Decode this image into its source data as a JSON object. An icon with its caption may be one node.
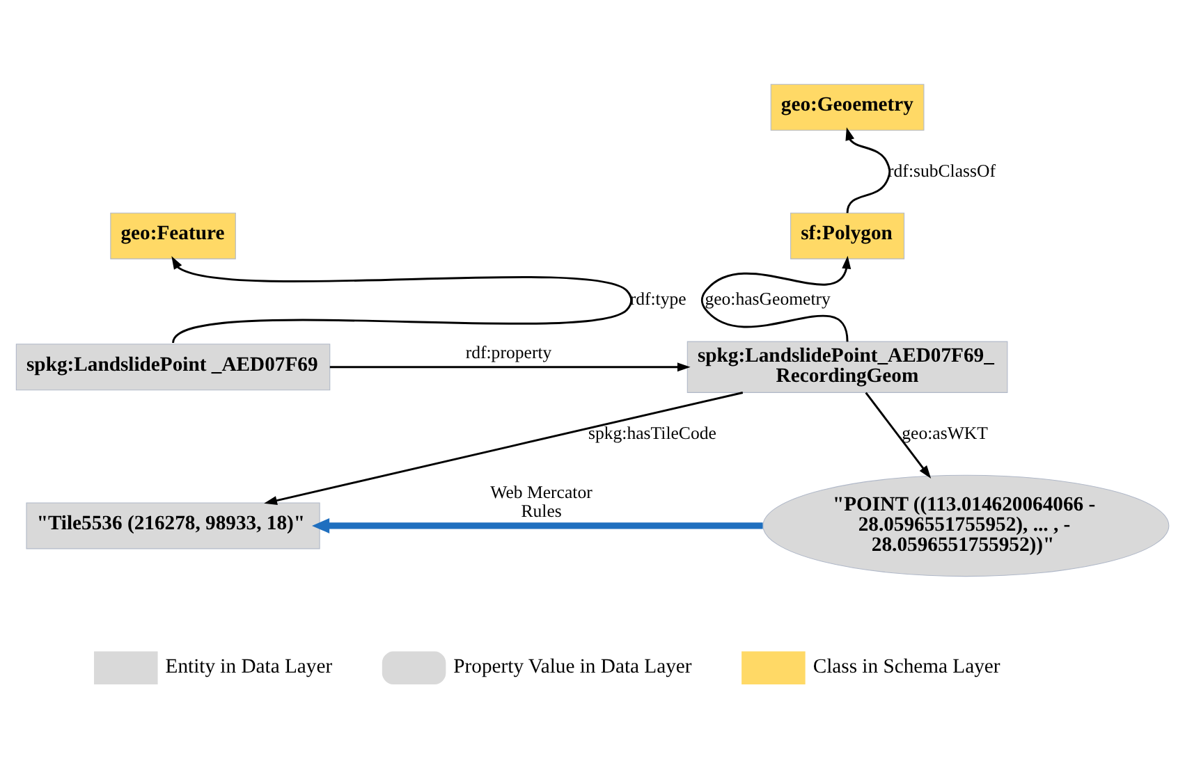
{
  "diagram": {
    "nodes": [
      {
        "text": [
          "geo:Geoemetry"
        ]
      },
      {
        "text": [
          "geo:Feature"
        ]
      },
      {
        "text": [
          "sf:Polygon"
        ]
      },
      {
        "text": [
          "spkg:LandslidePoint _AED07F69"
        ]
      },
      {
        "text": [
          "spkg:LandslidePoint_AED07F69_ RecordingGeom"
        ]
      },
      {
        "text": [
          "\"Tile5536 (216278, 98933, 18)\""
        ]
      },
      {
        "text": [
          "\"POINT ((113.014620064066 - 28.0596551755952), ... , - 28.0596551755952))\""
        ]
      }
    ],
    "edges": [
      {
        "from": 2,
        "to": 0,
        "arrow": "to",
        "label": "rdf:subClassOf"
      },
      {
        "from": 3,
        "to": 1,
        "arrow": "to",
        "label": "rdf:type"
      },
      {
        "from": 4,
        "to": 2,
        "arrow": "to",
        "label": "geo:hasGeometry"
      },
      {
        "from": 3,
        "to": 4,
        "arrow": "to",
        "label": "rdf:property"
      },
      {
        "from": 4,
        "to": 5,
        "arrow": "to",
        "label": "spkg:hasTileCode"
      },
      {
        "from": 4,
        "to": 6,
        "arrow": "to",
        "label": "geo:asWKT"
      },
      {
        "from": 6,
        "to": 5,
        "arrow": "to",
        "label": "Web Mercator Rules",
        "style": "thick",
        "color": "#1f6fbf"
      }
    ],
    "legend": [
      {
        "text": "Entity in Data Layer",
        "color": "#d9d9d9"
      },
      {
        "text": "Property Value in Data Layer",
        "color": "#d9d9d9"
      },
      {
        "text": "Class in Schema Layer",
        "color": "#ffd966"
      }
    ]
  }
}
